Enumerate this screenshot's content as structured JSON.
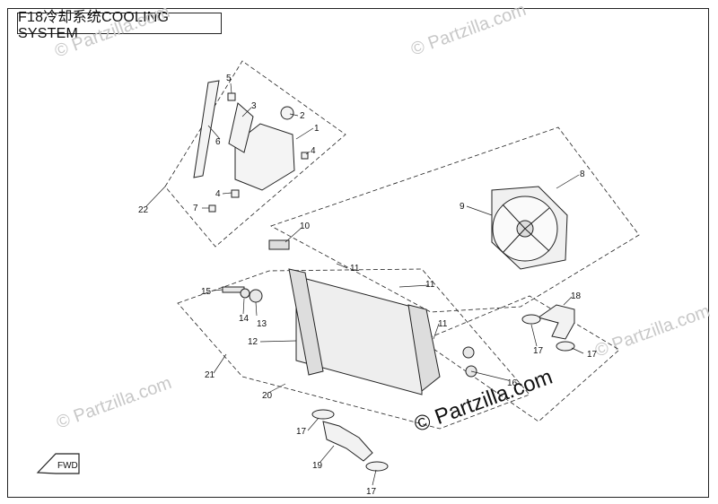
{
  "title": "F18冷却系统COOLING SYSTEM",
  "watermarks": {
    "top_right": "© Partzilla.com",
    "top_left": "© Partzilla.com",
    "mid_left": "© Partzilla.com",
    "center": "© Partzilla.com",
    "bottom_right": "© Partzilla.com"
  },
  "fwd_label": "FWD",
  "callouts": [
    {
      "id": "c1",
      "text": "1"
    },
    {
      "id": "c2",
      "text": "2"
    },
    {
      "id": "c3",
      "text": "3"
    },
    {
      "id": "c4a",
      "text": "4"
    },
    {
      "id": "c4b",
      "text": "4"
    },
    {
      "id": "c5",
      "text": "5"
    },
    {
      "id": "c6",
      "text": "6"
    },
    {
      "id": "c7",
      "text": "7"
    },
    {
      "id": "c8",
      "text": "8"
    },
    {
      "id": "c9",
      "text": "9"
    },
    {
      "id": "c10",
      "text": "10"
    },
    {
      "id": "c11a",
      "text": "11"
    },
    {
      "id": "c11b",
      "text": "11"
    },
    {
      "id": "c11c",
      "text": "11"
    },
    {
      "id": "c12",
      "text": "12"
    },
    {
      "id": "c13",
      "text": "13"
    },
    {
      "id": "c14",
      "text": "14"
    },
    {
      "id": "c15",
      "text": "15"
    },
    {
      "id": "c16",
      "text": "16"
    },
    {
      "id": "c17a",
      "text": "17"
    },
    {
      "id": "c17b",
      "text": "17"
    },
    {
      "id": "c17c",
      "text": "17"
    },
    {
      "id": "c17d",
      "text": "17"
    },
    {
      "id": "c18",
      "text": "18"
    },
    {
      "id": "c19",
      "text": "19"
    },
    {
      "id": "c20",
      "text": "20"
    },
    {
      "id": "c21",
      "text": "21"
    },
    {
      "id": "c22",
      "text": "22"
    }
  ]
}
